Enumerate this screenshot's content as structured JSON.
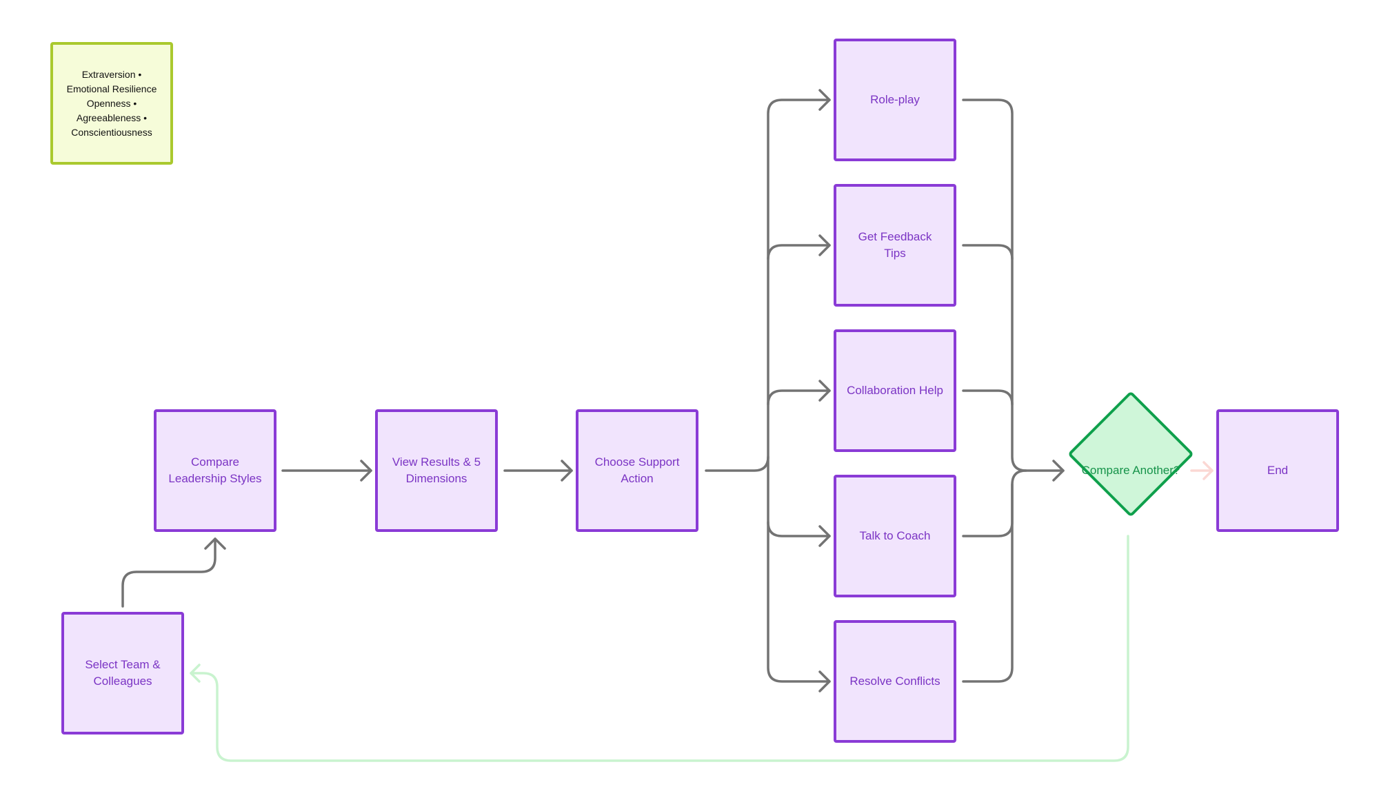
{
  "colors": {
    "process_fill": "#f1e4fd",
    "process_border": "#8a3bd6",
    "process_text": "#7b34c4",
    "decision_fill": "#cff6d9",
    "decision_border": "#0fa04c",
    "decision_text": "#16934a",
    "note_fill": "#f6fcd9",
    "note_border": "#aac92e",
    "connector": "#737373",
    "loop_connector": "#c9f3cf",
    "end_connector": "#fbd8d4"
  },
  "note": {
    "lines": [
      "Extraversion •",
      "Emotional Resilience",
      "Openness •",
      "Agreeableness •",
      "Conscientiousness"
    ]
  },
  "nodes": {
    "select_team": "Select Team & Colleagues",
    "compare_styles": "Compare Leadership Styles",
    "view_results": "View Results & 5 Dimensions",
    "choose_action": "Choose Support Action",
    "role_play": "Role-play",
    "feedback_tips": "Get Feedback Tips",
    "collaboration": "Collaboration Help",
    "talk_coach": "Talk to Coach",
    "resolve_conflicts": "Resolve Conflicts",
    "compare_another": "Compare Another?",
    "end": "End"
  }
}
